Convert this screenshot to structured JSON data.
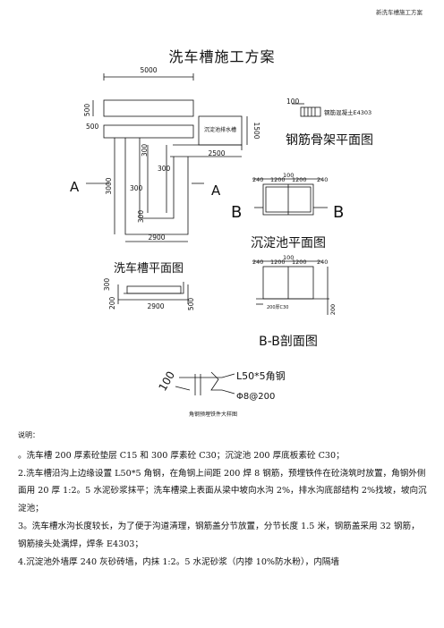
{
  "header": {
    "doc_name": "新洗车槽施工方案"
  },
  "title": "洗车槽施工方案",
  "plan": {
    "dim_top": "5000",
    "dim_left_top": "500",
    "dim_left_mid": "500",
    "dim_right": "1500",
    "box_label": "沉淀池排水槽",
    "dim_inner1": "300",
    "dim_inner2": "300",
    "dim_inner3": "300",
    "dim_inner4": "300",
    "dim_bottom_right": "2500",
    "dim_left_side": "3000",
    "dim_bottom": "2900",
    "section_a_left": "A",
    "section_a_right": "A",
    "plan_title": "洗车槽平面图"
  },
  "section_small": {
    "dim_left": "200",
    "dim_left2": "300",
    "dim_bottom": "2900",
    "dim_right": "500"
  },
  "rebar": {
    "dim": "100",
    "label": "钢筋混凝土E4303",
    "title": "钢筋骨架平面图"
  },
  "tank_plan": {
    "dims_top": [
      "240",
      "100",
      "1200",
      "1200",
      "240"
    ],
    "section_left": "B",
    "section_right": "B",
    "title": "沉淀池平面图"
  },
  "tank_section": {
    "dims_top": [
      "240",
      "100",
      "1200",
      "1200",
      "240"
    ],
    "side_dim": "200",
    "label": "200厚C30",
    "title": "B-B剖面图"
  },
  "detail": {
    "dim": "100",
    "label1": "L50*5角钢",
    "label2": "Φ8@200",
    "caption": "角钢预埋铁件大样图"
  },
  "notes": {
    "label": "说明：",
    "paragraphs": [
      "。洗车槽 200 厚素砼垫层 C15 和 300 厚素砼 C30；沉淀池 200 厚底板素砼 C30；",
      "2.洗车槽沿沟上边缘设置 L50*5 角钢，在角钢上间距 200 焊 8 钢筋，预埋铁件在砼浇筑时放置，角钢外侧面用 20 厚 1:2。5 水泥砂浆抹平；洗车槽梁上表面从梁中坡向水沟 2%，排水沟底部结构 2%找坡，坡向沉淀池；",
      "3。洗车槽水沟长度较长，为了便于沟道清理，钢筋盖分节放置，分节长度 1.5 米，钢筋盖采用 32 钢筋，钢筋接头处满焊，焊条 E4303；",
      "4.沉淀池外墙厚 240 灰砂砖墙，内抹 1:2。5 水泥砂浆（内掺 10%防水粉），内隔墙"
    ]
  }
}
